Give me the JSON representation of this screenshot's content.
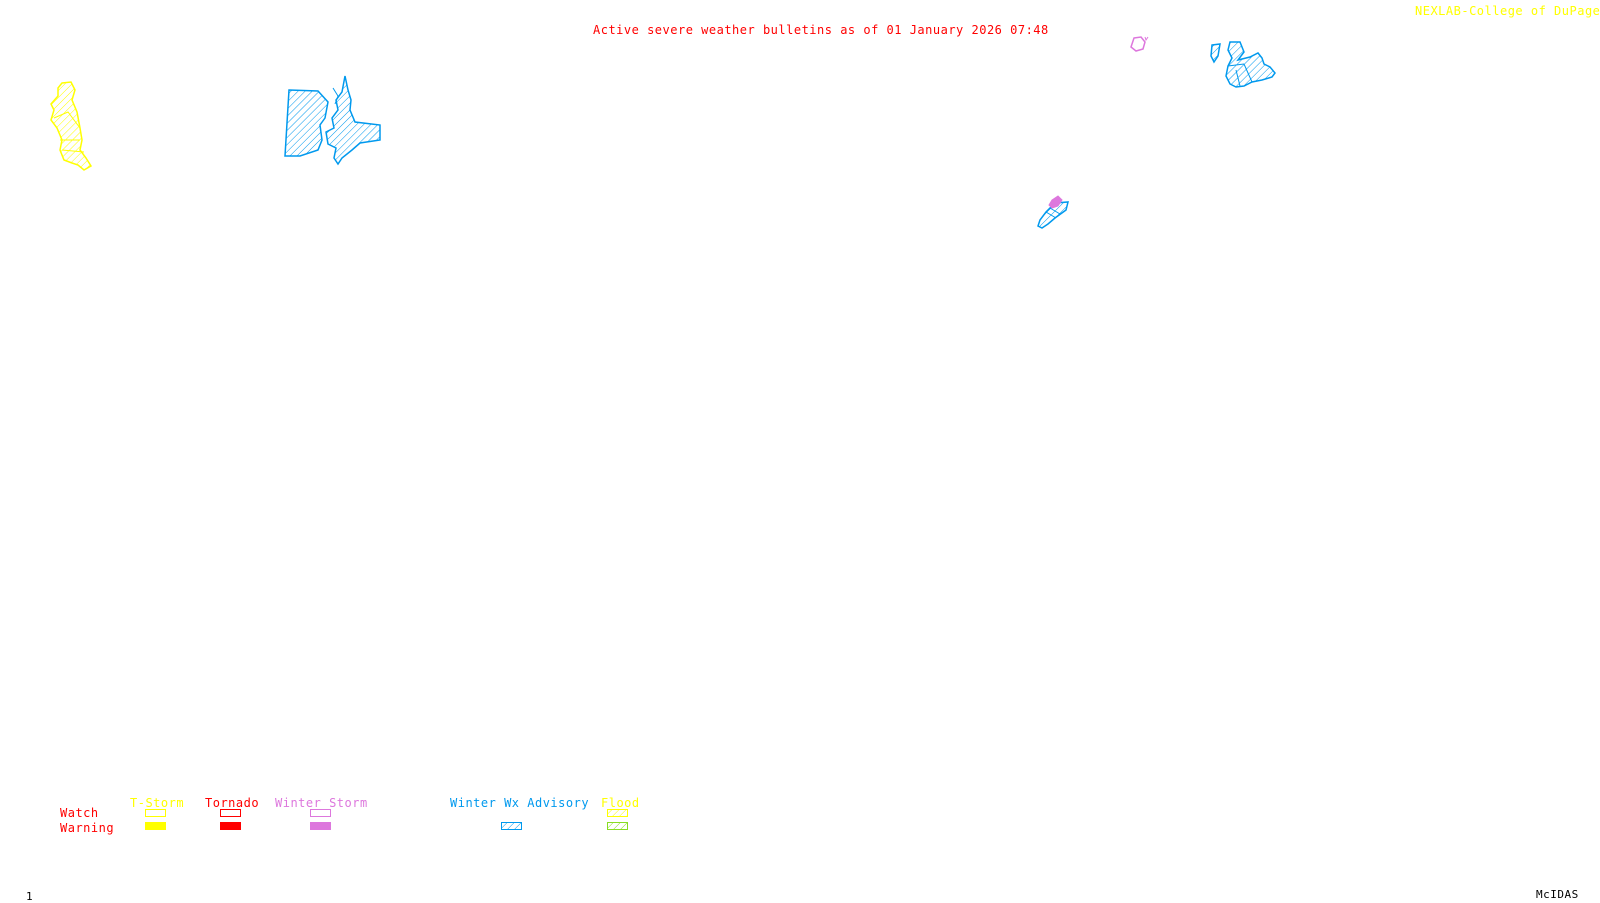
{
  "header": {
    "title": "Active severe weather bulletins as of 01 January 2026 07:48",
    "credit": "NEXLAB-College of DuPage",
    "credit_icon": "cursor-arrow-icon"
  },
  "colors": {
    "title": "#ff0000",
    "credit": "#ffff00",
    "tstorm": "#ffff00",
    "tornado": "#ff0000",
    "winter_storm": "#dd77dd",
    "winter_advisory": "#0099ee",
    "flood_watch": "#ffff00",
    "flood_warning": "#88dd22",
    "footer": "#000000"
  },
  "legend": {
    "row_labels": {
      "watch": "Watch",
      "warning": "Warning"
    },
    "categories": [
      {
        "label": "T-Storm",
        "watch": "outline",
        "warning": "filled"
      },
      {
        "label": "Tornado",
        "watch": "outline",
        "warning": "filled"
      },
      {
        "label": "Winter Storm",
        "watch": "outline",
        "warning": "filled"
      },
      {
        "label": "Winter Wx Advisory",
        "watch": "none",
        "warning": "hatched"
      },
      {
        "label": "Flood",
        "watch": "hatched",
        "warning": "hatched"
      }
    ]
  },
  "regions": [
    {
      "type": "T-Storm",
      "kind": "watch",
      "style": "hatched",
      "location": "west"
    },
    {
      "type": "Winter Wx Advisory",
      "kind": "warning",
      "style": "hatched",
      "location": "northwest"
    },
    {
      "type": "Winter Storm",
      "kind": "watch",
      "style": "outline",
      "location": "northeast"
    },
    {
      "type": "Winter Wx Advisory",
      "kind": "warning",
      "style": "hatched",
      "location": "northeast"
    },
    {
      "type": "Winter Wx Advisory",
      "kind": "warning",
      "style": "hatched",
      "location": "east"
    },
    {
      "type": "Winter Storm",
      "kind": "warning",
      "style": "filled",
      "location": "east"
    }
  ],
  "footer": {
    "frame_number": "1",
    "software": "McIDAS"
  }
}
